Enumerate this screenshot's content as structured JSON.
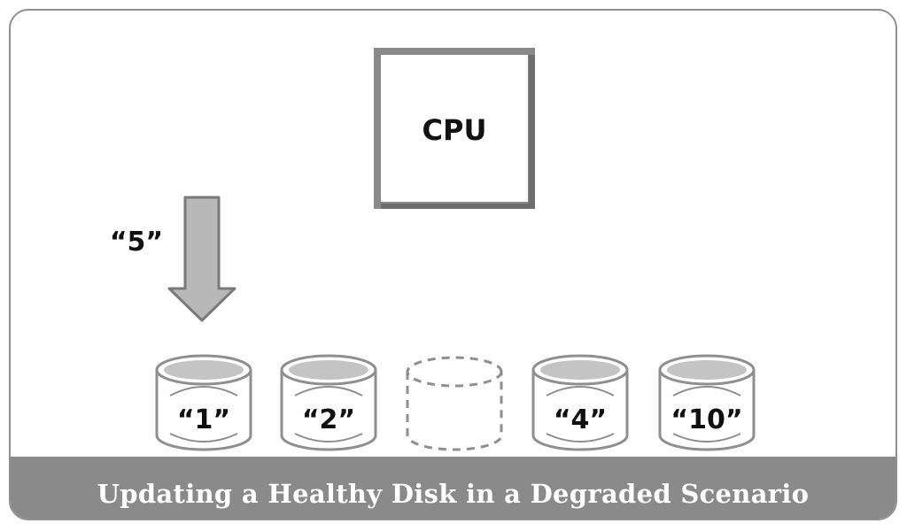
{
  "cpu": {
    "label": "CPU"
  },
  "write_arrow": {
    "label": "“5”"
  },
  "disks": [
    {
      "label": "“1”",
      "status": "healthy"
    },
    {
      "label": "“2”",
      "status": "healthy"
    },
    {
      "label": "",
      "status": "failed"
    },
    {
      "label": "“4”",
      "status": "healthy"
    },
    {
      "label": "“10”",
      "status": "healthy"
    }
  ],
  "caption": "Updating a Healthy Disk in a Degraded Scenario",
  "colors": {
    "outline": "#8f8f8f",
    "disk_top": "#c4c4c4",
    "arrow_fill": "#b8b8b8",
    "cpu_border": "#8a8a8a",
    "caption_bar": "#8a8a8a"
  }
}
